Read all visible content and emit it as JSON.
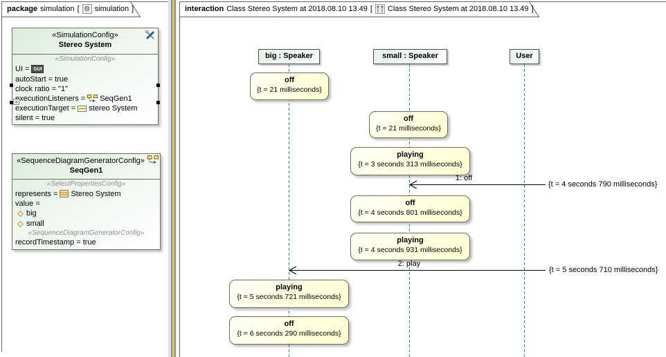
{
  "left_panel": {
    "tab": {
      "keyword": "package",
      "title": "simulation",
      "open_bracket": "[",
      "diagram_name": "simulation",
      "close_bracket": "]"
    },
    "sim_config": {
      "stereotype": "«SimulationConfig»",
      "name": "Stereo System",
      "body_stereotype": "«SimulationConfig»",
      "ui_label": "UI =",
      "gui_badge": "GUI",
      "autostart": "autoStart = true",
      "clock_ratio": "clock ratio = \"1\"",
      "execution_listeners_label": "executionListeners =",
      "execution_listeners_value": "SeqGen1",
      "execution_target_label": "executionTarget =",
      "execution_target_value": "stereo System",
      "silent": "silent = true",
      "annotation_badge": "a"
    },
    "seq_gen": {
      "stereotype": "«SequenceDiagramGeneratorConfig»",
      "name": "SeqGen1",
      "select_stereotype": "«SelectPropertiesConfig»",
      "represents_label": "represents =",
      "represents_value": "Stereo System",
      "value_label": "value =",
      "option_big": "big",
      "option_small": "small",
      "generator_stereotype": "«SequenceDiagramGeneratorConfig»",
      "record_timestamp": "recordTimestamp = true"
    }
  },
  "sequence_panel": {
    "tab": {
      "keyword": "interaction",
      "title": "Class Stereo System at 2018.08.10 13.49",
      "open_bracket": "[",
      "diagram_name": "Class Stereo System at 2018.08.10 13.49",
      "close_bracket": "]"
    },
    "lifelines": [
      {
        "label": "big : Speaker"
      },
      {
        "label": "small : Speaker"
      },
      {
        "label": "User"
      }
    ],
    "states": [
      {
        "lifeline": "big",
        "name": "off",
        "time": "{t = 21 milliseconds}"
      },
      {
        "lifeline": "small",
        "name": "off",
        "time": "{t = 21 milliseconds}"
      },
      {
        "lifeline": "small",
        "name": "playing",
        "time": "{t = 3 seconds 313 milliseconds}"
      },
      {
        "lifeline": "small",
        "name": "off",
        "time": "{t = 4 seconds 801 milliseconds}"
      },
      {
        "lifeline": "small",
        "name": "playing",
        "time": "{t = 4 seconds 931 milliseconds}"
      },
      {
        "lifeline": "big",
        "name": "playing",
        "time": "{t = 5 seconds 721 milliseconds}"
      },
      {
        "lifeline": "big",
        "name": "off",
        "time": "{t = 6 seconds 290 milliseconds}"
      }
    ],
    "messages": [
      {
        "label": "1: off",
        "time": "{t = 4 seconds 790 milliseconds}"
      },
      {
        "label": "2: play",
        "time": "{t = 5 seconds 710 milliseconds}"
      }
    ]
  },
  "icons": {
    "package_tab": "gear-icon",
    "interaction_tab": "sequence-diagram-icon",
    "sim_config_corner": "crossed-tools-icon",
    "seq_gen_corner": "seqgen-icon",
    "execution_listeners": "seqgen-icon",
    "execution_target": "part-box-icon",
    "represents": "class-box-icon",
    "value_option": "diamond-icon",
    "ui_value": "gui-badge"
  },
  "colors": {
    "lifeline": "#3a8a72",
    "state_fill": "#ffffd9",
    "config_fill": "#dcecdc",
    "frame_border": "#636363",
    "divider_blue": "#6a96cc",
    "divider_yellow": "#f0c23c",
    "divider_gray": "#8f8f8f"
  }
}
